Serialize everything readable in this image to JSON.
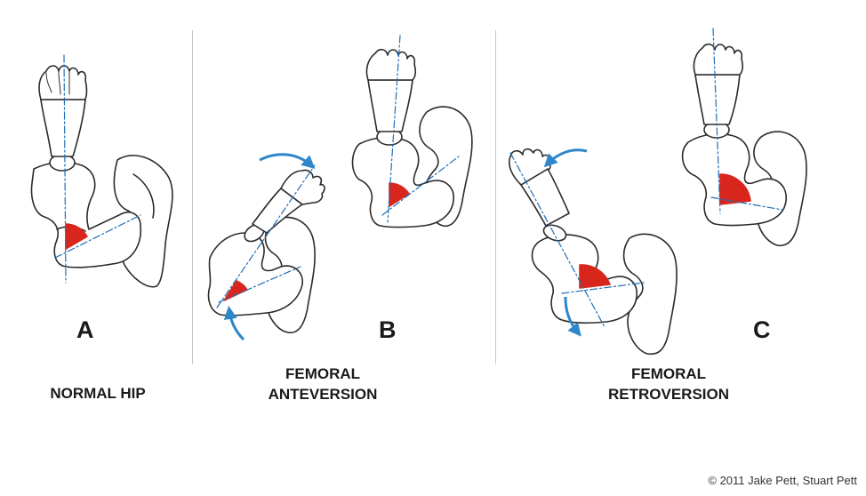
{
  "panels": [
    {
      "letter": "A",
      "caption_line1": "NORMAL HIP",
      "caption_line2": ""
    },
    {
      "letter": "B",
      "caption_line1": "FEMORAL",
      "caption_line2": "ANTEVERSION"
    },
    {
      "letter": "C",
      "caption_line1": "FEMORAL",
      "caption_line2": "RETROVERSION"
    }
  ],
  "credit": "© 2011 Jake Pett, Stuart Pett",
  "colors": {
    "outline": "#2b2b2b",
    "axis_line": "#1f6fb8",
    "angle_fill": "#d9261c",
    "rotation_arrow": "#2e86c9"
  },
  "icons": {
    "foot": "foot-outline-icon",
    "femur": "femur-outline-icon",
    "pelvis": "pelvis-outline-icon",
    "arrow": "curved-arrow-icon"
  }
}
